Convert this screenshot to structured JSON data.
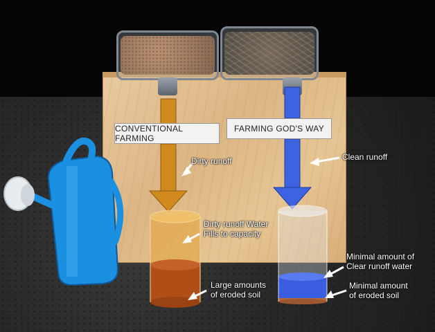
{
  "labels": {
    "conventional": "CONVENTIONAL FARMING",
    "fgw": "FARMING GOD'S WAY"
  },
  "annotations": {
    "dirty_runoff": "Dirty runoff",
    "clean_runoff": "Clean runoff",
    "dirty_water_line1": "Dirty runoff Water",
    "dirty_water_line2": "Fills to capacity",
    "large_eroded_line1": "Large amounts",
    "large_eroded_line2": "of eroded soil",
    "minimal_clear_line1": "Minimal amount of",
    "minimal_clear_line2": "Clear runoff water",
    "minimal_eroded_line1": "Minimal amount",
    "minimal_eroded_line2": "of eroded soil"
  },
  "colors": {
    "dirty_arrow": "#d08a1e",
    "clean_arrow": "#3d63e0",
    "watering_can": "#1b8fe0"
  },
  "icons": {
    "watering_can": "watering-can-icon"
  }
}
